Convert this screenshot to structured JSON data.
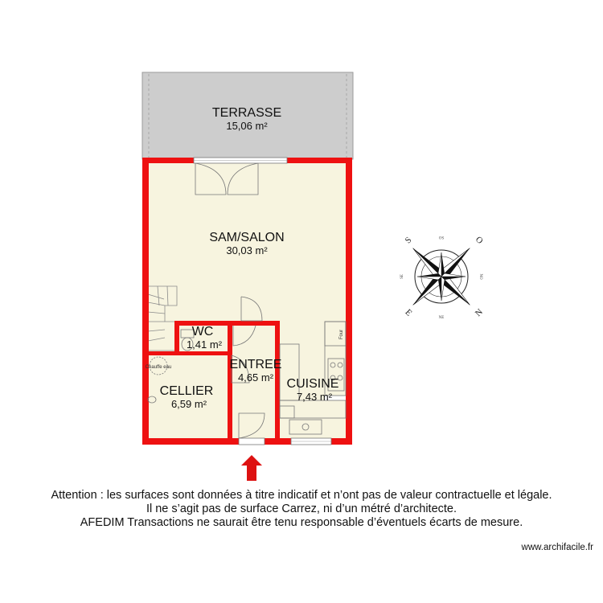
{
  "rooms": {
    "terrasse": {
      "name": "TERRASSE",
      "area": "15,06 m²"
    },
    "sam_salon": {
      "name": "SAM/SALON",
      "area": "30,03 m²"
    },
    "wc": {
      "name": "WC",
      "area": "1,41 m²"
    },
    "entree": {
      "name": "ENTREE",
      "area": "4,65 m²"
    },
    "cellier": {
      "name": "CELLIER",
      "area": "6,59 m²"
    },
    "cuisine": {
      "name": "CUISINE",
      "area": "7,43 m²"
    }
  },
  "fixtures": {
    "four_label": "Four",
    "boiler_label": "Chauffe eau"
  },
  "compass": {
    "north": "N",
    "south": "S",
    "east": "E",
    "west": "O",
    "southwest": "SO",
    "northeast": "NE",
    "southeast": "SE",
    "northwest": "NO"
  },
  "disclaimer": {
    "line1": "Attention : les surfaces sont données à titre indicatif et n’ont pas de valeur contractuelle et légale.",
    "line2": "Il ne s’agit pas de surface Carrez, ni d’un métré d’architecte.",
    "line3": "AFEDIM Transactions ne saurait être tenu responsable d’éventuels écarts de mesure."
  },
  "footer": {
    "url": "www.archifacile.fr"
  },
  "colors": {
    "wall": "#ee1111",
    "floor": "#f7f4df",
    "terrace": "#cdcdcd",
    "entrance_arrow": "#dd1111"
  }
}
